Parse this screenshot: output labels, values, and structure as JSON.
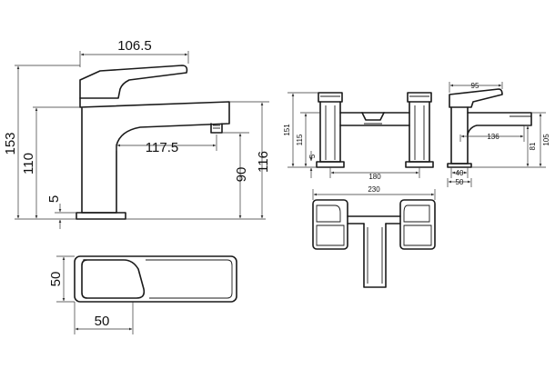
{
  "views": {
    "side": {
      "width": "106.5",
      "height": "153",
      "outlet_height": "110",
      "base_height": "5",
      "spout_reach": "117.5",
      "spout_height": "90",
      "spout_top": "116"
    },
    "plan": {
      "depth": "50",
      "width": "50"
    },
    "bath_front": {
      "height": "151",
      "outlet_height": "115",
      "base_height": "5",
      "centres": "180"
    },
    "bath_plan": {
      "width": "230"
    },
    "bath_side": {
      "lever_width": "95",
      "reach": "136",
      "height": "105",
      "spout_height": "81",
      "base_inner": "40",
      "base_outer": "50"
    }
  }
}
